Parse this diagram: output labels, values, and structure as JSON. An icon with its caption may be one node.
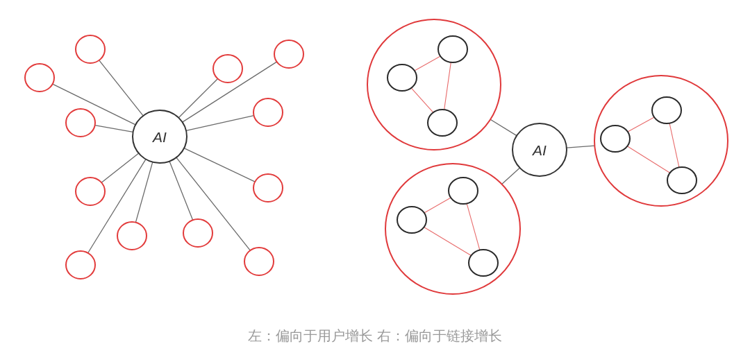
{
  "diagram": {
    "caption": "左：偏向于用户增长 右：偏向于链接增长",
    "nodes": [
      {
        "text": [
          "AI"
        ]
      },
      {
        "text": [],
        "shape": "circle"
      },
      {
        "text": [],
        "shape": "circle"
      },
      {
        "text": [],
        "shape": "circle"
      },
      {
        "text": [],
        "shape": "circle"
      },
      {
        "text": [],
        "shape": "circle"
      },
      {
        "text": [],
        "shape": "circle"
      },
      {
        "text": [],
        "shape": "circle"
      },
      {
        "text": [],
        "shape": "circle"
      },
      {
        "text": [],
        "shape": "circle"
      },
      {
        "text": [],
        "shape": "circle"
      },
      {
        "text": [],
        "shape": "circle"
      },
      {
        "text": [],
        "shape": "circle"
      },
      {
        "text": [
          "AI"
        ]
      },
      {
        "text": [],
        "shape": "circle"
      },
      {
        "text": [],
        "shape": "circle",
        "in": 14
      },
      {
        "text": [],
        "shape": "circle",
        "in": 14
      },
      {
        "text": [],
        "shape": "circle",
        "in": 14
      },
      {
        "text": [],
        "shape": "circle"
      },
      {
        "text": [],
        "shape": "circle",
        "in": 18
      },
      {
        "text": [],
        "shape": "circle",
        "in": 18
      },
      {
        "text": [],
        "shape": "circle",
        "in": 18
      },
      {
        "text": [],
        "shape": "circle"
      },
      {
        "text": [],
        "shape": "circle",
        "in": 22
      },
      {
        "text": [],
        "shape": "circle",
        "in": 22
      },
      {
        "text": [],
        "shape": "circle",
        "in": 22
      }
    ],
    "edges": [
      {
        "from": 0,
        "to": 1,
        "arrow": "none"
      },
      {
        "from": 0,
        "to": 2,
        "arrow": "none"
      },
      {
        "from": 0,
        "to": 3,
        "arrow": "none"
      },
      {
        "from": 0,
        "to": 4,
        "arrow": "none"
      },
      {
        "from": 0,
        "to": 5,
        "arrow": "none"
      },
      {
        "from": 0,
        "to": 6,
        "arrow": "none"
      },
      {
        "from": 0,
        "to": 7,
        "arrow": "none"
      },
      {
        "from": 0,
        "to": 8,
        "arrow": "none"
      },
      {
        "from": 0,
        "to": 9,
        "arrow": "none"
      },
      {
        "from": 0,
        "to": 10,
        "arrow": "none"
      },
      {
        "from": 0,
        "to": 11,
        "arrow": "none"
      },
      {
        "from": 0,
        "to": 12,
        "arrow": "none"
      },
      {
        "from": 13,
        "to": 14,
        "arrow": "none"
      },
      {
        "from": 13,
        "to": 18,
        "arrow": "none"
      },
      {
        "from": 13,
        "to": 22,
        "arrow": "none"
      },
      {
        "from": 16,
        "to": 15,
        "arrow": "none",
        "color": "#e86b6b"
      },
      {
        "from": 15,
        "to": 17,
        "arrow": "none",
        "color": "#e86b6b"
      },
      {
        "from": 16,
        "to": 17,
        "arrow": "none",
        "color": "#e86b6b"
      },
      {
        "from": 20,
        "to": 19,
        "arrow": "none",
        "color": "#e86b6b"
      },
      {
        "from": 19,
        "to": 21,
        "arrow": "none",
        "color": "#e86b6b"
      },
      {
        "from": 20,
        "to": 21,
        "arrow": "none",
        "color": "#e86b6b"
      },
      {
        "from": 24,
        "to": 23,
        "arrow": "none",
        "color": "#e86b6b"
      },
      {
        "from": 23,
        "to": 25,
        "arrow": "none",
        "color": "#e86b6b"
      },
      {
        "from": 24,
        "to": 25,
        "arrow": "none",
        "color": "#e86b6b"
      }
    ]
  }
}
